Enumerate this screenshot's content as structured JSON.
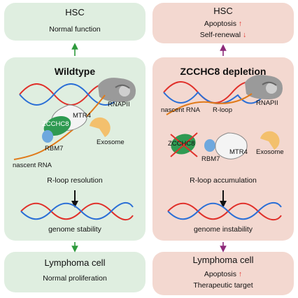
{
  "left": {
    "top_box": {
      "title": "HSC",
      "line1": "Normal function"
    },
    "main": {
      "title": "Wildtype",
      "labels": {
        "rnapii": "RNAPII",
        "zcchc8": "ZCCHC8",
        "mtr4": "MTR4",
        "exosome": "Exosome",
        "rbm7": "RBM7",
        "nascent_rna": "nascent RNA",
        "process": "R-loop resolution",
        "outcome": "genome stability"
      }
    },
    "bottom_box": {
      "title": "Lymphoma cell",
      "line1": "Normal proliferation"
    }
  },
  "right": {
    "top_box": {
      "title": "HSC",
      "line1": "Apoptosis",
      "line1_arrow": "↑",
      "line2": "Self-renewal",
      "line2_arrow": "↓"
    },
    "main": {
      "title": "ZCCHC8 depletion",
      "labels": {
        "nascent_rna": "nascent RNA",
        "rloop": "R-loop",
        "rnapii": "RNAPII",
        "zcchc8": "ZCCHC8",
        "rbm7": "RBM7",
        "mtr4": "MTR4",
        "exosome": "Exosome",
        "process": "R-loop accumulation",
        "outcome": "genome instability"
      }
    },
    "bottom_box": {
      "title": "Lymphoma cell",
      "line1": "Apoptosis",
      "line1_arrow": "↑",
      "line2": "Therapeutic target"
    }
  },
  "colors": {
    "green_panel": "#dfeee0",
    "pink_panel": "#f3d8d0",
    "dna_red": "#e0302a",
    "dna_blue": "#2b6fd6",
    "green_arrow": "#2e9a3c",
    "purple_arrow": "#8e2a7a",
    "zcchc8": "#2f9a52",
    "rbm7": "#6ea8de",
    "exosome": "#f3c06d",
    "rna": "#e07a1a"
  }
}
